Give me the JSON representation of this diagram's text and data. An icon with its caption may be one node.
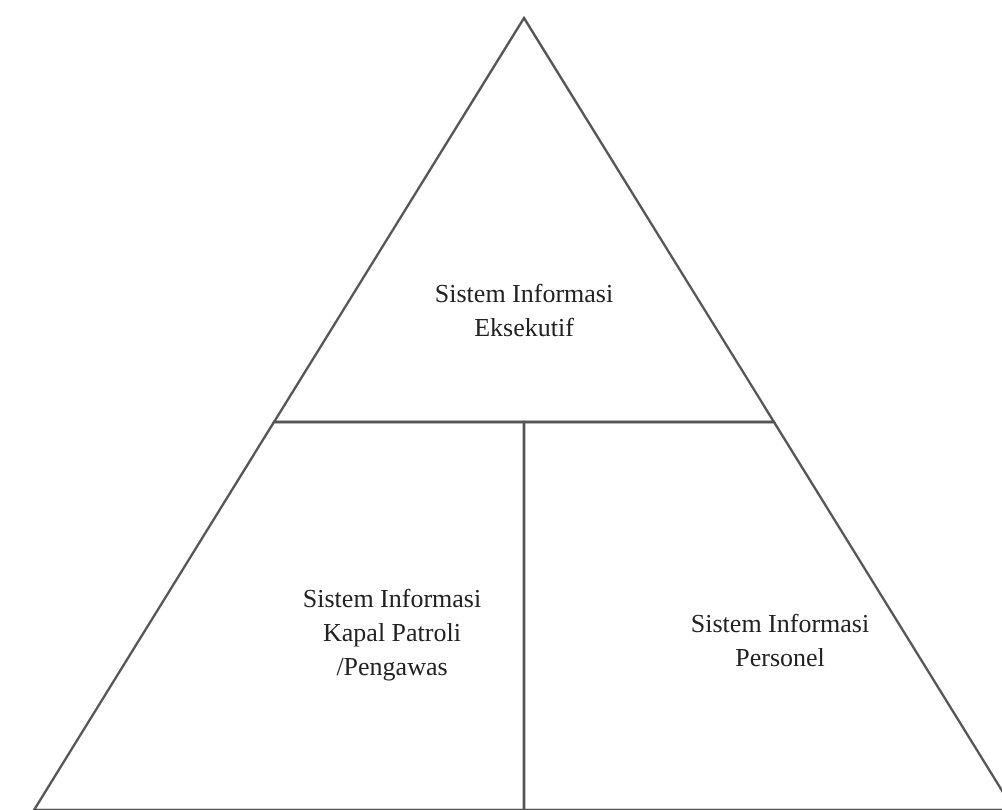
{
  "diagram": {
    "nodes": [
      {
        "text": [
          "Sistem Informasi Eksekutif"
        ]
      },
      {
        "text": [
          "Sistem Informasi Kapal Patroli /Pengawas"
        ]
      },
      {
        "text": [
          "Sistem Informasi Personel"
        ]
      }
    ]
  }
}
